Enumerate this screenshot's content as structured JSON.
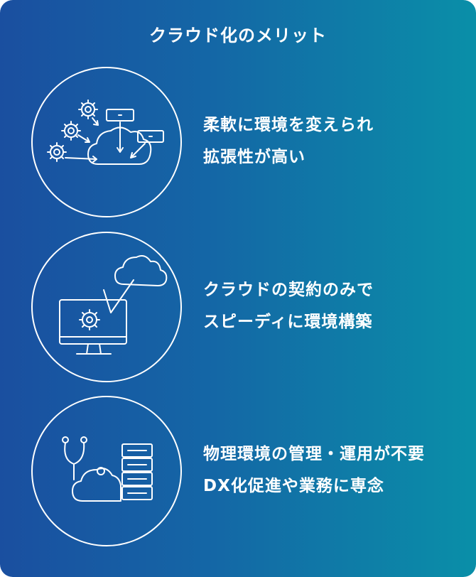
{
  "title": "クラウド化のメリット",
  "items": [
    {
      "line1": "柔軟に環境を変えられ",
      "line2": "拡張性が高い",
      "icon": "cloud-gears-icon"
    },
    {
      "line1": "クラウドの契約のみで",
      "line2": "スピーディに環境構築",
      "icon": "monitor-cloud-icon"
    },
    {
      "line1": "物理環境の管理・運用が不要",
      "line2": "DX化促進や業務に専念",
      "icon": "stethoscope-server-icon"
    }
  ],
  "colors": {
    "gradient_start": "#1a4fa0",
    "gradient_end": "#0a8fa8",
    "foreground": "#ffffff"
  }
}
